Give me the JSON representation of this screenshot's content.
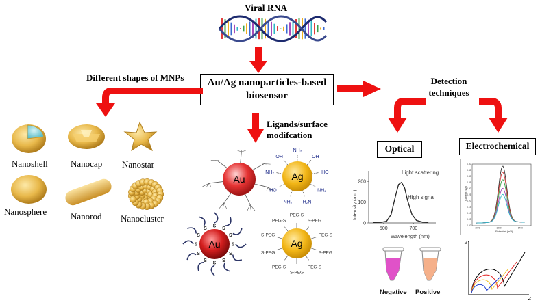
{
  "title": "Viral RNA",
  "main_box": {
    "line1": "Au/Ag nanoparticles-based",
    "line2": "biosensor"
  },
  "left_branch": {
    "label": "Different shapes of MNPs"
  },
  "shapes": [
    "Nanoshell",
    "Nanocap",
    "Nanostar",
    "Nanosphere",
    "Nanorod",
    "Nanocluster"
  ],
  "middle_branch": {
    "label_line1": "Ligands/surface",
    "label_line2": "modifcation"
  },
  "particles": {
    "au_label": "Au",
    "ag_label": "Ag",
    "amine_groups": [
      "NH₂",
      "OH",
      "HO",
      "NH₂",
      "H₂N",
      "NH₂",
      "HO",
      "NH₂",
      "OH"
    ],
    "sulfur_label": "S",
    "peg_labels": [
      "PEG-S",
      "S-PEG",
      "PEG-S",
      "S-PEG",
      "PEG-S",
      "S-PEG",
      "PEG-S",
      "S-PEG",
      "S-PEG",
      "PEG-S"
    ]
  },
  "right_branch": {
    "label_line1": "Detection",
    "label_line2": "techniques"
  },
  "optical": {
    "label": "Optical",
    "chart_data": {
      "type": "line",
      "annotations": [
        "Light scattering",
        "High signal"
      ],
      "xlabel": "Wavelength (nm)",
      "ylabel": "Intensity (a.u.)",
      "x_ticks": [
        "500",
        "700"
      ],
      "y_ticks": [
        "0",
        "100",
        "200"
      ],
      "xlim": [
        400,
        850
      ],
      "ylim": [
        0,
        250
      ],
      "x": [
        430,
        480,
        520,
        550,
        580,
        600,
        620,
        640,
        660,
        690,
        720,
        760,
        800
      ],
      "y": [
        2,
        3,
        8,
        40,
        130,
        185,
        195,
        170,
        110,
        40,
        12,
        4,
        2
      ]
    },
    "tubes": [
      "Negative",
      "Positive"
    ],
    "colors": {
      "negative": "#e052c8",
      "positive": "#f5b08a"
    }
  },
  "electrochemical": {
    "label": "Electrochemical",
    "chart_data": {
      "type": "line",
      "xlabel": "Potential (mV)",
      "ylabel": "Current (µA)",
      "x_ticks": [
        "1000",
        "1200",
        "1400"
      ],
      "y_ticks": [
        "0.00",
        "0.05",
        "0.10",
        "0.15",
        "0.20",
        "0.25",
        "0.30",
        "0.35",
        "0.40",
        "0.45",
        "0.50"
      ],
      "xlim": [
        950,
        1500
      ],
      "ylim": [
        0,
        0.5
      ],
      "center": 1235,
      "series": [
        {
          "peak": 0.45,
          "color": "#333333"
        },
        {
          "peak": 0.4,
          "color": "#d23a3a"
        },
        {
          "peak": 0.34,
          "color": "#3aa04a"
        },
        {
          "peak": 0.27,
          "color": "#a54ab8"
        },
        {
          "peak": 0.22,
          "color": "#2fb7c6"
        }
      ]
    },
    "impedance": {
      "axis_x": "Z'",
      "axis_y": "Z''",
      "colors": [
        "#000000",
        "#e02020",
        "#f0c020",
        "#2040d0"
      ]
    }
  },
  "colors": {
    "arrow": "#ee1111",
    "au_color": "#e53333",
    "ag_color": "#f2b617"
  }
}
